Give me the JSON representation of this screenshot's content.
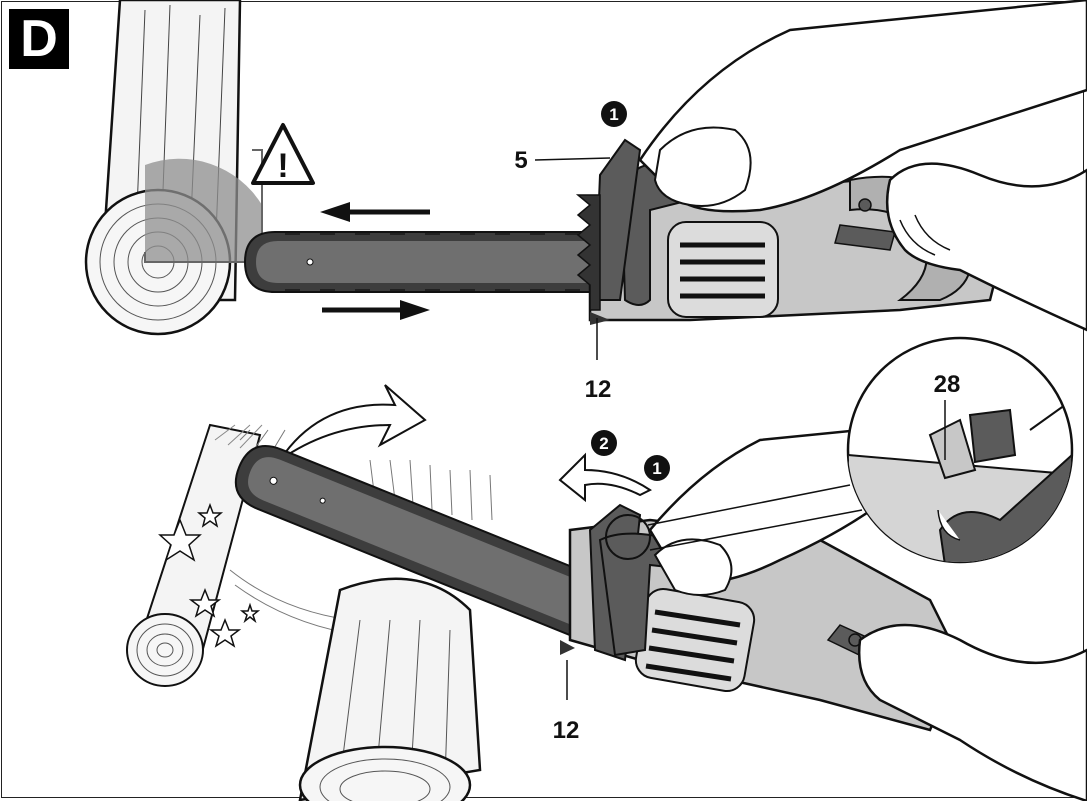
{
  "panel": {
    "label": "D"
  },
  "warning": {
    "symbol": "!"
  },
  "callouts": {
    "chain_brake_lever": "5",
    "bumper_spike_top": "12",
    "bumper_spike_bottom": "12",
    "detail_part": "28"
  },
  "steps": {
    "top_step_1": "1",
    "bottom_step_1": "1",
    "bottom_step_2": "2"
  },
  "colors": {
    "bar": "#6f6f6f",
    "chain": "#3d3d3d",
    "housing": "#c7c7c7",
    "handle": "#5b5b5b",
    "shadow_zone": "#8f8f8f",
    "wood": "#f2f2f2",
    "line": "#111111"
  }
}
